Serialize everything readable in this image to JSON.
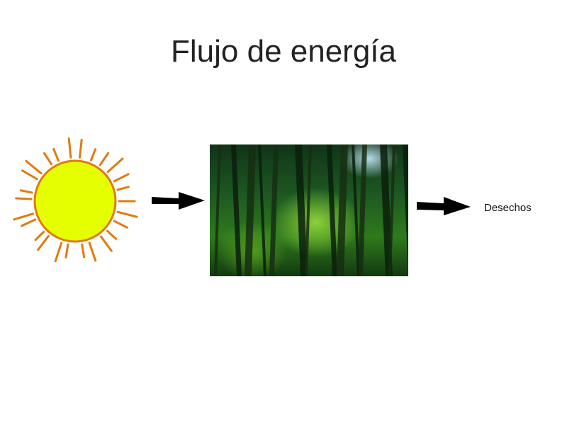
{
  "title": "Flujo de energía",
  "nodes": {
    "sun": {
      "label_icon": "sun-icon",
      "fill": "#e6ff00",
      "stroke": "#e07b10"
    },
    "ecosystem": {
      "image": "forest-image"
    },
    "waste": {
      "label": "Desechos"
    }
  },
  "colors": {
    "arrow": "#000000"
  }
}
